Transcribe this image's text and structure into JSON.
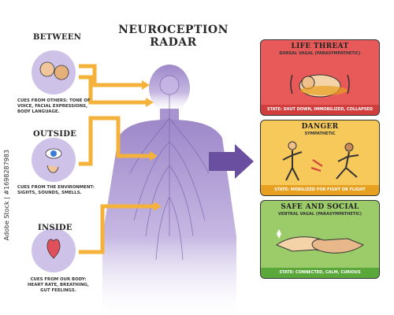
{
  "title": "NEUROCEPTION RADAR",
  "sources": [
    {
      "label": "BETWEEN",
      "cues": "CUES FROM OTHERS: TONE OF VOICE, FACIAL EXPRESSIONS, BODY LANGUAGE."
    },
    {
      "label": "OUTSIDE",
      "cues": "CUES FROM THE ENVIRONMENT: SIGHTS, SOUNDS, SMELLS."
    },
    {
      "label": "INSIDE",
      "cues": "CUES FROM OUR BODY: HEART RATE, BREATHING, GUT FEELINGS."
    }
  ],
  "states": [
    {
      "title": "LIFE THREAT",
      "subtitle": "DORSAL VAGAL (PARASYMPATHETIC)",
      "state": "STATE: SHUT DOWN, IMMOBILIZED, COLLAPSED",
      "color": "#e85a5a",
      "bar": "#d13c3c"
    },
    {
      "title": "DANGER",
      "subtitle": "SYMPATHETIC",
      "state": "STATE: MOBILIZED FOR FIGHT OR FLIGHT",
      "color": "#f7c95a",
      "bar": "#e8a020"
    },
    {
      "title": "SAFE AND SOCIAL",
      "subtitle": "VENTRAL VAGAL (PARASYMPATHETIC)",
      "state": "STATE: CONNECTED, CALM, CURIOUS",
      "color": "#9ccc6a",
      "bar": "#5aa83a"
    }
  ],
  "watermark": "Adobe Stock | #1698287983",
  "colors": {
    "body": "#b9a8d9",
    "arrow": "#f5b23a",
    "bigArrow": "#6a4ea0"
  }
}
